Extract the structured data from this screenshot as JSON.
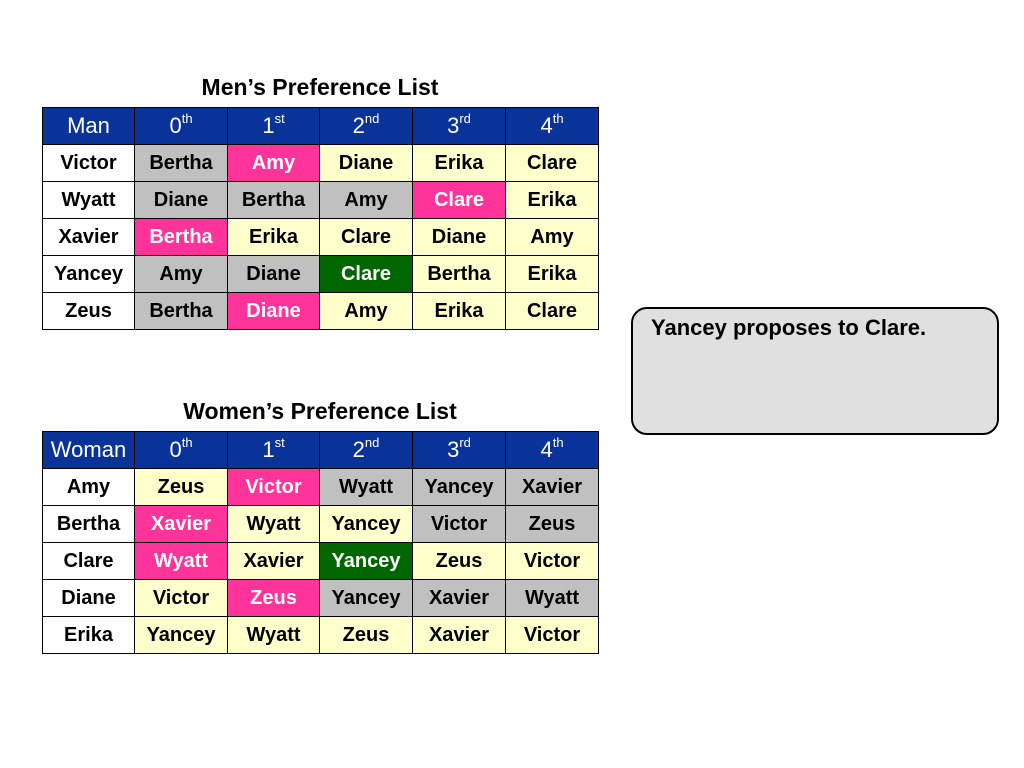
{
  "men_table": {
    "title": "Men’s Preference List",
    "header": [
      {
        "main": "Man",
        "sup": ""
      },
      {
        "main": "0",
        "sup": "th"
      },
      {
        "main": "1",
        "sup": "st"
      },
      {
        "main": "2",
        "sup": "nd"
      },
      {
        "main": "3",
        "sup": "rd"
      },
      {
        "main": "4",
        "sup": "th"
      }
    ],
    "rows": [
      {
        "name": "Victor",
        "cells": [
          {
            "text": "Bertha",
            "color": "gray"
          },
          {
            "text": "Amy",
            "color": "pink"
          },
          {
            "text": "Diane",
            "color": "cream"
          },
          {
            "text": "Erika",
            "color": "cream"
          },
          {
            "text": "Clare",
            "color": "cream"
          }
        ]
      },
      {
        "name": "Wyatt",
        "cells": [
          {
            "text": "Diane",
            "color": "gray"
          },
          {
            "text": "Bertha",
            "color": "gray"
          },
          {
            "text": "Amy",
            "color": "gray"
          },
          {
            "text": "Clare",
            "color": "pink"
          },
          {
            "text": "Erika",
            "color": "cream"
          }
        ]
      },
      {
        "name": "Xavier",
        "cells": [
          {
            "text": "Bertha",
            "color": "pink"
          },
          {
            "text": "Erika",
            "color": "cream"
          },
          {
            "text": "Clare",
            "color": "cream"
          },
          {
            "text": "Diane",
            "color": "cream"
          },
          {
            "text": "Amy",
            "color": "cream"
          }
        ]
      },
      {
        "name": "Yancey",
        "cells": [
          {
            "text": "Amy",
            "color": "gray"
          },
          {
            "text": "Diane",
            "color": "gray"
          },
          {
            "text": "Clare",
            "color": "green"
          },
          {
            "text": "Bertha",
            "color": "cream"
          },
          {
            "text": "Erika",
            "color": "cream"
          }
        ]
      },
      {
        "name": "Zeus",
        "cells": [
          {
            "text": "Bertha",
            "color": "gray"
          },
          {
            "text": "Diane",
            "color": "pink"
          },
          {
            "text": "Amy",
            "color": "cream"
          },
          {
            "text": "Erika",
            "color": "cream"
          },
          {
            "text": "Clare",
            "color": "cream"
          }
        ]
      }
    ]
  },
  "women_table": {
    "title": "Women’s Preference List",
    "header": [
      {
        "main": "Woman",
        "sup": ""
      },
      {
        "main": "0",
        "sup": "th"
      },
      {
        "main": "1",
        "sup": "st"
      },
      {
        "main": "2",
        "sup": "nd"
      },
      {
        "main": "3",
        "sup": "rd"
      },
      {
        "main": "4",
        "sup": "th"
      }
    ],
    "rows": [
      {
        "name": "Amy",
        "cells": [
          {
            "text": "Zeus",
            "color": "cream"
          },
          {
            "text": "Victor",
            "color": "pink"
          },
          {
            "text": "Wyatt",
            "color": "gray"
          },
          {
            "text": "Yancey",
            "color": "gray"
          },
          {
            "text": "Xavier",
            "color": "gray"
          }
        ]
      },
      {
        "name": "Bertha",
        "cells": [
          {
            "text": "Xavier",
            "color": "pink"
          },
          {
            "text": "Wyatt",
            "color": "cream"
          },
          {
            "text": "Yancey",
            "color": "cream"
          },
          {
            "text": "Victor",
            "color": "gray"
          },
          {
            "text": "Zeus",
            "color": "gray"
          }
        ]
      },
      {
        "name": "Clare",
        "cells": [
          {
            "text": "Wyatt",
            "color": "pink"
          },
          {
            "text": "Xavier",
            "color": "cream"
          },
          {
            "text": "Yancey",
            "color": "green"
          },
          {
            "text": "Zeus",
            "color": "cream"
          },
          {
            "text": "Victor",
            "color": "cream"
          }
        ]
      },
      {
        "name": "Diane",
        "cells": [
          {
            "text": "Victor",
            "color": "cream"
          },
          {
            "text": "Zeus",
            "color": "pink"
          },
          {
            "text": "Yancey",
            "color": "gray"
          },
          {
            "text": "Xavier",
            "color": "gray"
          },
          {
            "text": "Wyatt",
            "color": "gray"
          }
        ]
      },
      {
        "name": "Erika",
        "cells": [
          {
            "text": "Yancey",
            "color": "cream"
          },
          {
            "text": "Wyatt",
            "color": "cream"
          },
          {
            "text": "Zeus",
            "color": "cream"
          },
          {
            "text": "Xavier",
            "color": "cream"
          },
          {
            "text": "Victor",
            "color": "cream"
          }
        ]
      }
    ]
  },
  "callout": {
    "text": "Yancey proposes to Clare."
  },
  "colors": {
    "header_bg": "#0a3399",
    "cream": "#ffffcc",
    "gray": "#c0c0c0",
    "pink": "#ff3399",
    "green": "#006600",
    "callout_bg": "#e0e0e0"
  }
}
